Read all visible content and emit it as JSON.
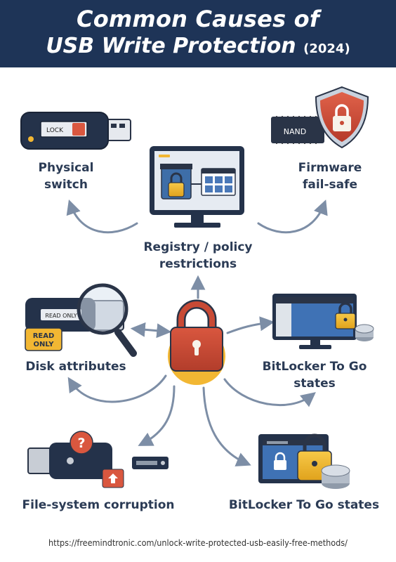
{
  "title": {
    "line1": "Common Causes of",
    "line2": "USB Write Protection",
    "year": "(2024)"
  },
  "nodes": {
    "physical_switch": {
      "label_line1": "Physical",
      "label_line2": "switch",
      "lock_text": "LOCK"
    },
    "registry_policy": {
      "label_line1": "Registry / policy",
      "label_line2": "restrictions"
    },
    "firmware_failsafe": {
      "label_line1": "Firmware",
      "label_line2": "fail-safe",
      "chip_text": "NAND"
    },
    "disk_attributes": {
      "label": "Disk attributes",
      "usb_text": "READ ONLY",
      "badge_line1": "READ",
      "badge_line2": "ONLY"
    },
    "bitlocker_right": {
      "label_line1": "BitLocker To Go",
      "label_line2": "states"
    },
    "filesystem_corruption": {
      "label": "File-system corruption",
      "badge_symbol": "?"
    },
    "bitlocker_bottom": {
      "label": "BitLocker To Go states"
    }
  },
  "footer": {
    "url": "https://freemindtronic.com/unlock-write-protected-usb-easily-free-methods/"
  },
  "colors": {
    "header_bg": "#1e3457",
    "arrow": "#7d8ea6",
    "lock_red": "#c84a35",
    "lock_gold": "#f2b733",
    "label_text": "#2b3b55"
  }
}
